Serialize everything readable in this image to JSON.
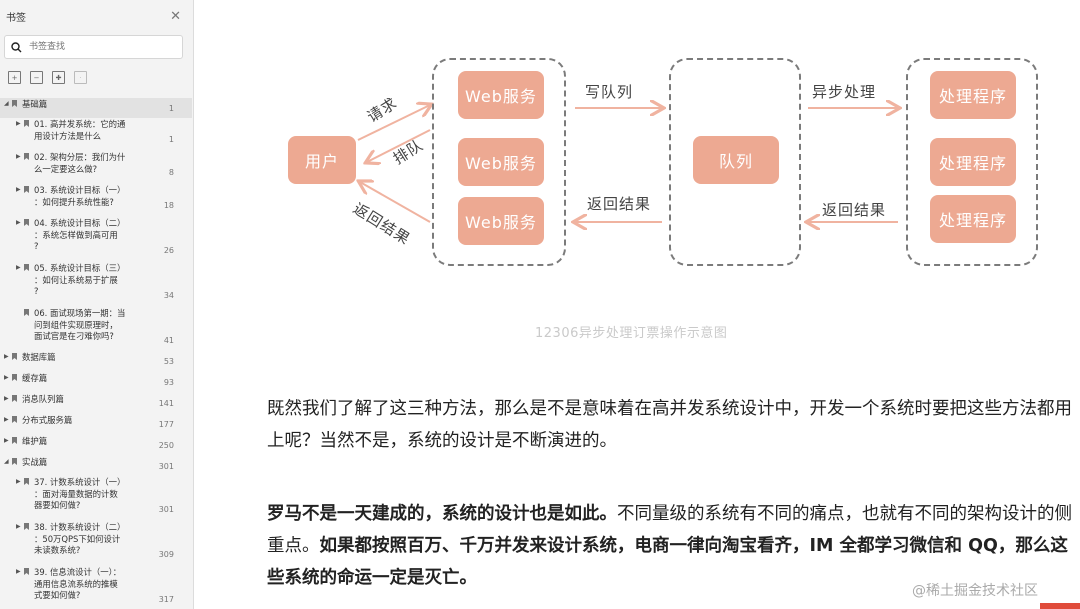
{
  "sidebar": {
    "title": "书签",
    "search_placeholder": "书签查找",
    "items": [
      {
        "label": "基础篇",
        "page": "1"
      },
      {
        "label": "01. 高并发系统：它的通\n用设计方法是什么",
        "page": "1"
      },
      {
        "label": "02. 架构分层：我们为什\n么一定要这么做?",
        "page": "8"
      },
      {
        "label": "03. 系统设计目标（一）\n：如何提升系统性能?",
        "page": "18"
      },
      {
        "label": "04. 系统设计目标（二）\n：系统怎样做到高可用\n?",
        "page": "26"
      },
      {
        "label": "05. 系统设计目标（三）\n：如何让系统易于扩展\n?",
        "page": "34"
      },
      {
        "label": "06. 面试现场第一期：当\n问到组件实现原理时，\n面试官是在刁难你吗?",
        "page": "41"
      },
      {
        "label": "数据库篇",
        "page": "53"
      },
      {
        "label": "缓存篇",
        "page": "93"
      },
      {
        "label": "消息队列篇",
        "page": "141"
      },
      {
        "label": "分布式服务篇",
        "page": "177"
      },
      {
        "label": "维护篇",
        "page": "250"
      },
      {
        "label": "实战篇",
        "page": "301"
      },
      {
        "label": "37. 计数系统设计（一）\n：面对海量数据的计数\n器要如何做?",
        "page": "301"
      },
      {
        "label": "38. 计数系统设计（二）\n：50万QPS下如何设计\n未读数系统?",
        "page": "309"
      },
      {
        "label": "39. 信息流设计（一）：\n通用信息流系统的推模\n式要如何做?",
        "page": "317"
      }
    ]
  },
  "diagram": {
    "user": "用户",
    "web1": "Web服务",
    "web2": "Web服务",
    "web3": "Web服务",
    "queue": "队列",
    "proc1": "处理程序",
    "proc2": "处理程序",
    "proc3": "处理程序",
    "request": "请求",
    "queueing": "排队",
    "return_left": "返回结果",
    "write_queue": "写队列",
    "return_mid": "返回结果",
    "async": "异步处理",
    "return_right": "返回结果",
    "caption": "12306异步处理订票操作示意图"
  },
  "article": {
    "p1": "既然我们了解了这三种方法，那么是不是意味着在高并发系统设计中，开发一个系统时要把这些方法都用上呢？当然不是，系统的设计是不断演进的。",
    "p2_bold1": "罗马不是一天建成的，系统的设计也是如此。",
    "p2_normal": "不同量级的系统有不同的痛点，也就有不同的架构设计的侧重点。",
    "p2_bold2": "如果都按照百万、千万并发来设计系统，电商一律向淘宝看齐，IM 全都学习微信和 QQ，那么这些系统的命运一定是灭亡。"
  },
  "watermark": "@稀土掘金技术社区",
  "colors": {
    "box": "#eda992",
    "arrow": "#f0b3a0"
  }
}
